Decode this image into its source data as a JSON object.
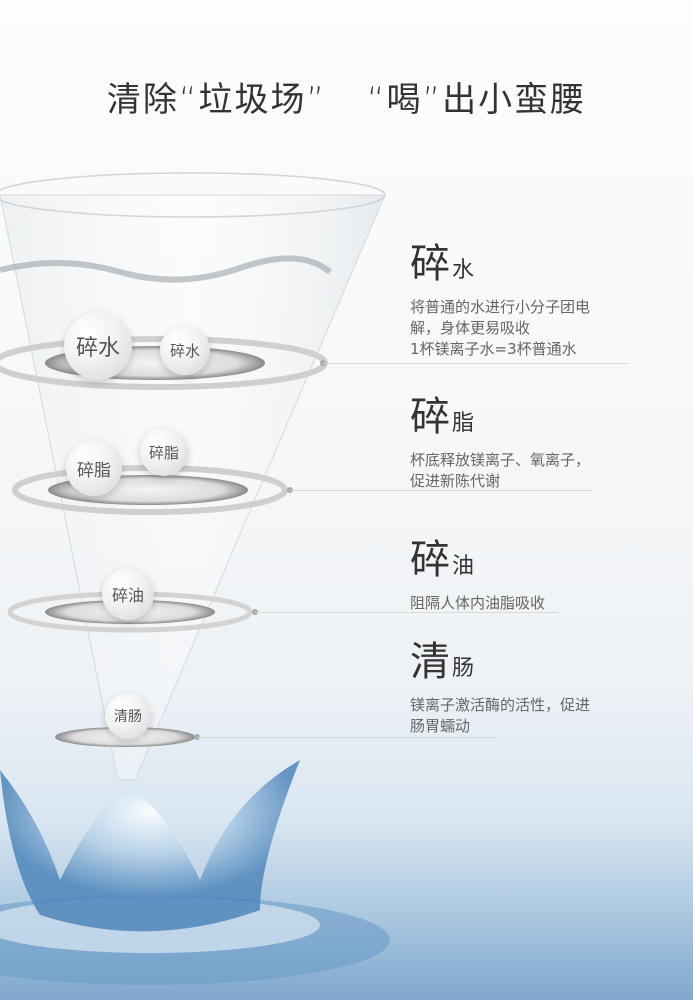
{
  "title": {
    "part1": "清除“垃圾场”",
    "part2": "“喝”出小蛮腰"
  },
  "bubbles": {
    "water_big": "碎水",
    "water_small": "碎水",
    "fat_big": "碎脂",
    "fat_small": "碎脂",
    "oil": "碎油",
    "intestine": "清肠"
  },
  "features": [
    {
      "big": "碎",
      "small": "水",
      "lines": [
        "将普通的水进行小分子团电",
        "解，身体更易吸收",
        "1杯镁离子水=3杯普通水"
      ]
    },
    {
      "big": "碎",
      "small": "脂",
      "lines": [
        "杯底释放镁离子、氧离子，",
        "促进新陈代谢"
      ]
    },
    {
      "big": "碎",
      "small": "油",
      "lines": [
        "阻隔人体内油脂吸收"
      ]
    },
    {
      "big": "清",
      "small": "肠",
      "lines": [
        "镁离子激活酶的活性，促进",
        "肠胃蠕动"
      ]
    }
  ]
}
